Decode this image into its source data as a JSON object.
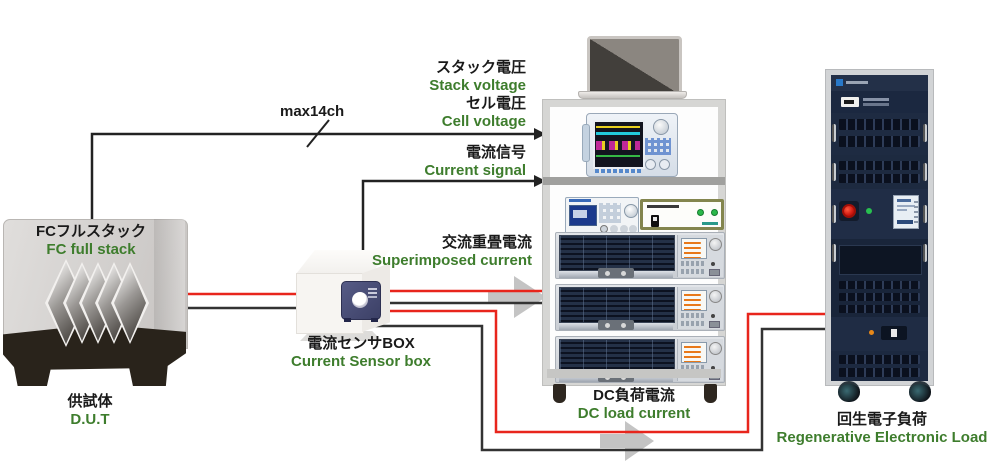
{
  "colors": {
    "green_text": "#3e7d2d",
    "red_wire": "#e8251c",
    "black_wire": "#333333",
    "arrow_gray": "#c4c4c4"
  },
  "devices": {
    "fc_stack": {
      "title_jp": "FCフルスタック",
      "title_en": "FC full stack",
      "caption_jp": "供試体",
      "caption_en": "D.U.T"
    },
    "current_sensor": {
      "label_jp": "電流センサBOX",
      "label_en": "Current Sensor box"
    },
    "load_rack": {
      "label_jp": "DC負荷電流",
      "label_en": "DC load current"
    },
    "regen_load": {
      "label_jp": "回生電子負荷",
      "label_en": "Regenerative Electronic Load"
    }
  },
  "signals": {
    "channels": "max14ch",
    "stack_voltage": {
      "jp": "スタック電圧",
      "en": "Stack voltage"
    },
    "cell_voltage": {
      "jp": "セル電圧",
      "en": "Cell voltage"
    },
    "current_signal": {
      "jp": "電流信号",
      "en": "Current signal"
    },
    "superimposed_current": {
      "jp": "交流重畳電流",
      "en": "Superimposed current"
    }
  }
}
